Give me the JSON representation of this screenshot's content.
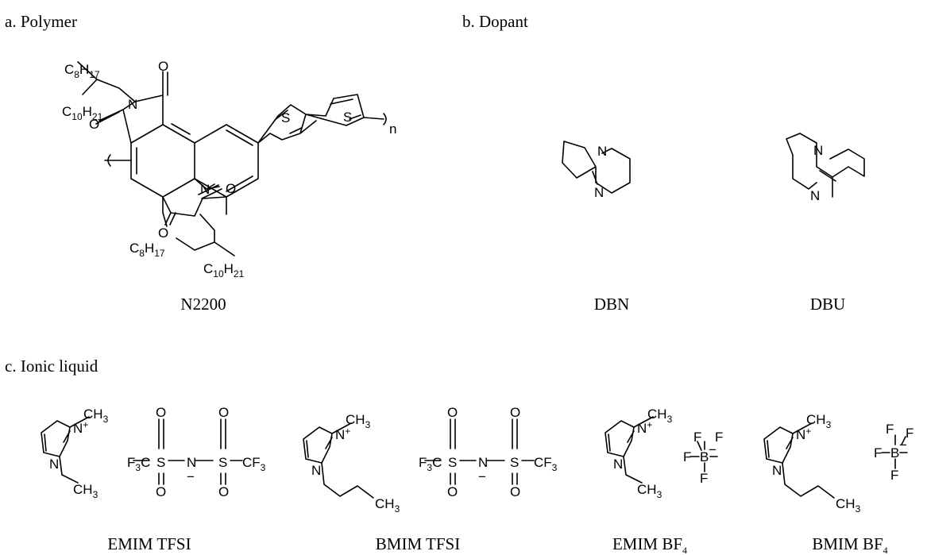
{
  "sections": {
    "polymer": "a. Polymer",
    "dopant": "b. Dopant",
    "ionic_liquid": "c. Ionic liquid"
  },
  "captions": {
    "n2200": "N2200",
    "dbn": "DBN",
    "dbu": "DBU",
    "emim_tfsi": "EMIM TFSI",
    "bmim_tfsi": "BMIM TFSI",
    "emim_bf4_main": "EMIM BF",
    "emim_bf4_sub": "4",
    "bmim_bf4_main": "BMIM BF",
    "bmim_bf4_sub": "4"
  },
  "atoms": {
    "N": "N",
    "O": "O",
    "S": "S",
    "C": "C",
    "H": "H",
    "F": "F",
    "B": "B",
    "n": "n",
    "plus": "+",
    "minus": "−",
    "c8": "8",
    "h17": "17",
    "c10": "10",
    "h21": "21",
    "ch3": "CH",
    "three": "3",
    "f3c": "F",
    "f3c_3": "3",
    "f3c_c": "C",
    "cf3": "CF"
  }
}
